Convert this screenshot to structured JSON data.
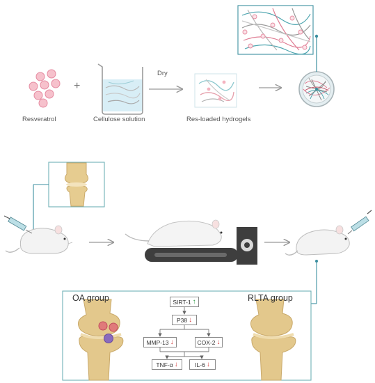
{
  "labels": {
    "resveratrol": "Resveratrol",
    "cellulose": "Cellulose solution",
    "dry": "Dry",
    "hydrogels": "Res-loaded hydrogels",
    "oa_group": "OA group",
    "rlta_group": "RLTA group"
  },
  "pathway": [
    {
      "name": "SIRT-1",
      "arrow": "↑",
      "direction": "up"
    },
    {
      "name": "P38",
      "arrow": "↓",
      "direction": "down"
    },
    {
      "name": "MMP-13",
      "arrow": "↓",
      "direction": "down"
    },
    {
      "name": "COX-2",
      "arrow": "↓",
      "direction": "down"
    },
    {
      "name": "TNF-α",
      "arrow": "↓",
      "direction": "down"
    },
    {
      "name": "IL-6",
      "arrow": "↓",
      "direction": "down"
    }
  ],
  "symbols": {
    "plus": "+"
  },
  "colors": {
    "accent_teal": "#3c8fa0",
    "box_border": "#8fc3c3",
    "arrow_gray": "#999999",
    "molecule_pink": "#f0a3b3",
    "bone": "#e3c88c",
    "cartilage": "#eed9a9",
    "treadmill": "#3e3e3e",
    "up": "#2f9a44",
    "down": "#d23b3b"
  },
  "icons": [
    "resveratrol-cluster-icon",
    "beaker-icon",
    "hydrogel-icon",
    "petri-dish-icon",
    "knee-joint-icon",
    "mouse-icon",
    "syringe-icon",
    "treadmill-icon"
  ]
}
